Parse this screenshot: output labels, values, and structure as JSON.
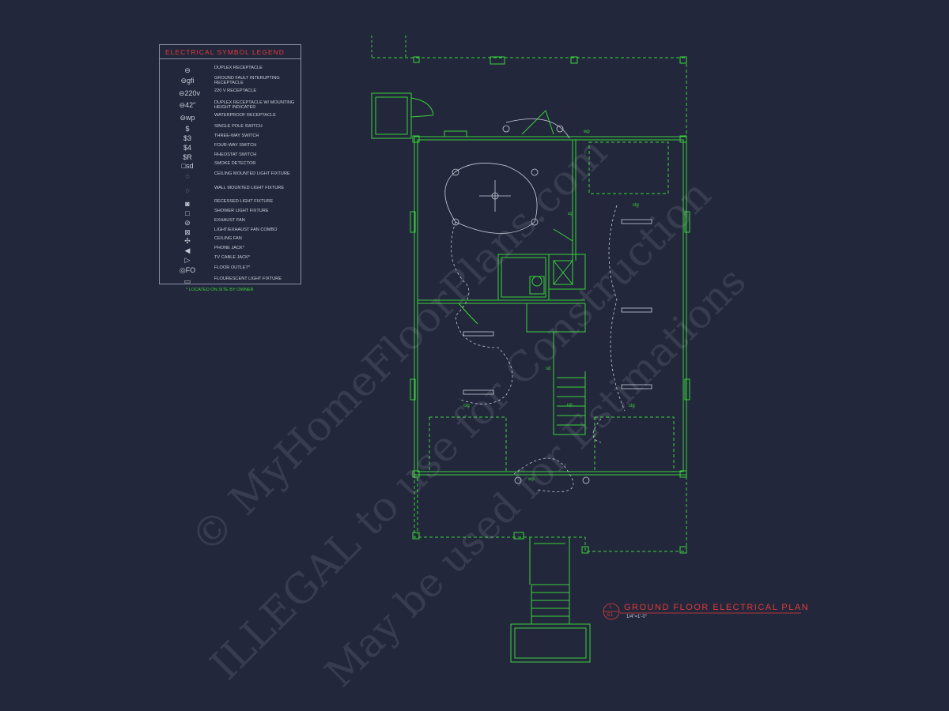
{
  "legend": {
    "title": "ELECTRICAL SYMBOL LEGEND",
    "items": [
      {
        "symbol": "⊖",
        "label": "DUPLEX RECEPTACLE"
      },
      {
        "symbol": "⊖gfi",
        "label": "GROUND FAULT INTERUPTING RECEPTACLE"
      },
      {
        "symbol": "⊖220v",
        "label": "220 V RECEPTACLE"
      },
      {
        "symbol": "⊖42\"",
        "label": "DUPLEX RECEPTACLE W/ MOUNTING HEIGHT INDICATED"
      },
      {
        "symbol": "⊖wp",
        "label": "WATERPROOF RECEPTACLE"
      },
      {
        "symbol": "$",
        "label": "SINGLE POLE SWITCH"
      },
      {
        "symbol": "$3",
        "label": "THREE-WAY SWITCH"
      },
      {
        "symbol": "$4",
        "label": "FOUR-WAY SWITCH"
      },
      {
        "symbol": "$R",
        "label": "RHEOSTAT SWITCH"
      },
      {
        "symbol": "□sd",
        "label": "SMOKE DETECTOR"
      },
      {
        "symbol": "◌",
        "label": "CEILING MOUNTED LIGHT FIXTURE"
      },
      {
        "symbol": "◌",
        "label": "WALL MOUNTED LIGHT FIXTURE"
      },
      {
        "symbol": "◙",
        "label": "RECESSED LIGHT FIXTURE"
      },
      {
        "symbol": "□",
        "label": "SHOWER LIGHT FIXTURE"
      },
      {
        "symbol": "⊘",
        "label": "EXHAUST FAN"
      },
      {
        "symbol": "⊠",
        "label": "LIGHT/EXHAUST FAN COMBO"
      },
      {
        "symbol": "✣",
        "label": "CEILING FAN"
      },
      {
        "symbol": "◀",
        "label": "PHONE JACK*"
      },
      {
        "symbol": "▷",
        "label": "TV CABLE JACK*"
      },
      {
        "symbol": "◎FO",
        "label": "FLOOR OUTLET*"
      },
      {
        "symbol": "▭",
        "label": "FLOURESCENT LIGHT FIXTURE"
      }
    ],
    "note": "* LOCATED ON SITE BY OWNER"
  },
  "plan": {
    "title": "GROUND FLOOR ELECTRICAL PLAN",
    "scale": "1/4\"=1'-0\"",
    "badge_top": "1",
    "badge_bottom": "E1",
    "annotations": [
      "clg",
      "clg",
      "clg",
      "up",
      "up",
      "wp",
      "wp",
      "sd"
    ]
  },
  "watermarks": [
    "© MyHomeFloorPlans.com",
    "ILLEGAL to use for Construction",
    "May be used for Estimations"
  ],
  "colors": {
    "background": "#22273b",
    "linework": "#3ad33a",
    "title": "#e23b3b",
    "text": "#c9ccd8"
  }
}
